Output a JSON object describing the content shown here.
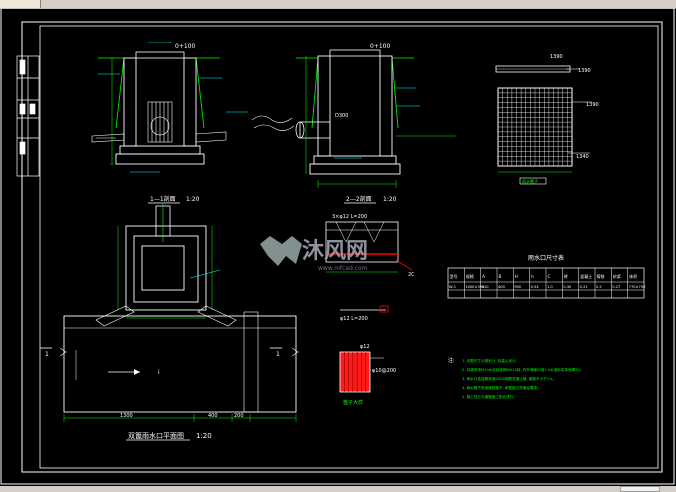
{
  "drawing": {
    "section_1_title": "1—1剖面",
    "section_1_scale": "1:20",
    "section_2_title": "2—2剖面",
    "section_2_scale": "1:20",
    "plan_title": "双篦雨水口平面图",
    "plan_scale": "1:20",
    "grate_title": "雨水篦子",
    "grate_dim_top": "1390",
    "grate_dim_right_top": "1390",
    "grate_dim_right_mid": "1390",
    "grate_dim_right_low": "1340",
    "elev_label_1": "0+100",
    "elev_label_2": "0+100",
    "pipe_label": "D300",
    "small_detail_top": "3×φ12 L=200",
    "small_detail_bottom": "φ12 L=200",
    "red_block_note_1": "φ12",
    "red_block_note_2": "φ10@200",
    "red_block_title": "篦子大样",
    "dim_1300": "1300",
    "dim_400": "400",
    "dim_200": "200",
    "arrow_label": "i",
    "side_label_left": "1",
    "side_label_right": "1"
  },
  "table": {
    "title": "雨水口尺寸表",
    "headers": [
      "型号",
      "规格",
      "A",
      "B",
      "H",
      "h",
      "C",
      "砖",
      "混凝土",
      "铸铁",
      "砂浆",
      "体积"
    ],
    "row": [
      "W-1",
      "1000×390",
      "410",
      "400",
      "900",
      "0.54",
      "1.0",
      "0.30",
      "0.21",
      "2.5",
      "0.27",
      "770×750"
    ]
  },
  "notes": {
    "label": "注:",
    "lines": [
      "1. 本图尺寸以毫米计, 标高以米计。",
      "2. 井墙采用M10水泥砂浆砌MU10砖, 内外墙面均用1:2水泥砂浆抹面厚20。",
      "3. 雨水口连接管采用D300钢筋混凝土管, 坡度不小于1%。",
      "4. 雨水篦子采用铸铁篦子, 承载能力须满足要求。",
      "5. 施工时应与道路施工配合进行。"
    ]
  },
  "watermark": {
    "text": "沐风网",
    "url": "www.mfcad.com"
  },
  "colors": {
    "background": "#000000",
    "frame": "#ffffff",
    "cyan": "#00ffff",
    "green": "#00ff00",
    "red": "#ff0000",
    "yellow": "#ffff00"
  }
}
